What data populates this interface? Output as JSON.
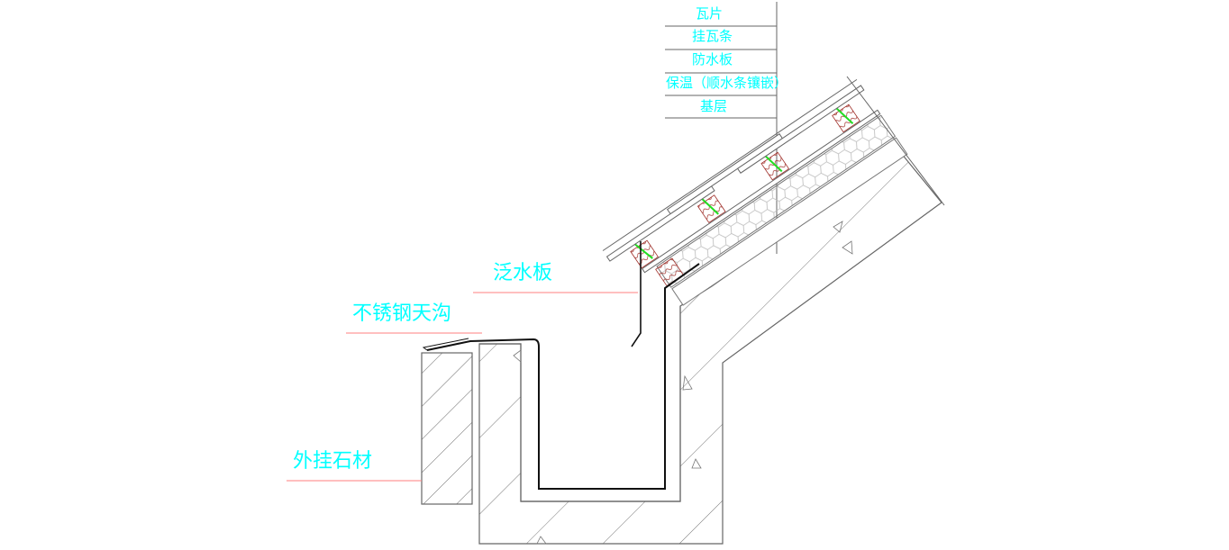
{
  "legend": {
    "layers": [
      "瓦片",
      "挂瓦条",
      "防水板",
      "保温（顺水条镶嵌）",
      "基层"
    ]
  },
  "callouts": {
    "flashing": "泛水板",
    "gutter": "不锈钢天沟",
    "stone": "外挂石材"
  },
  "colors": {
    "label": "#00ffff",
    "leader": "#ff7f7f",
    "line": "#555555",
    "batten": "#a0302a",
    "nail": "#22dd22"
  }
}
